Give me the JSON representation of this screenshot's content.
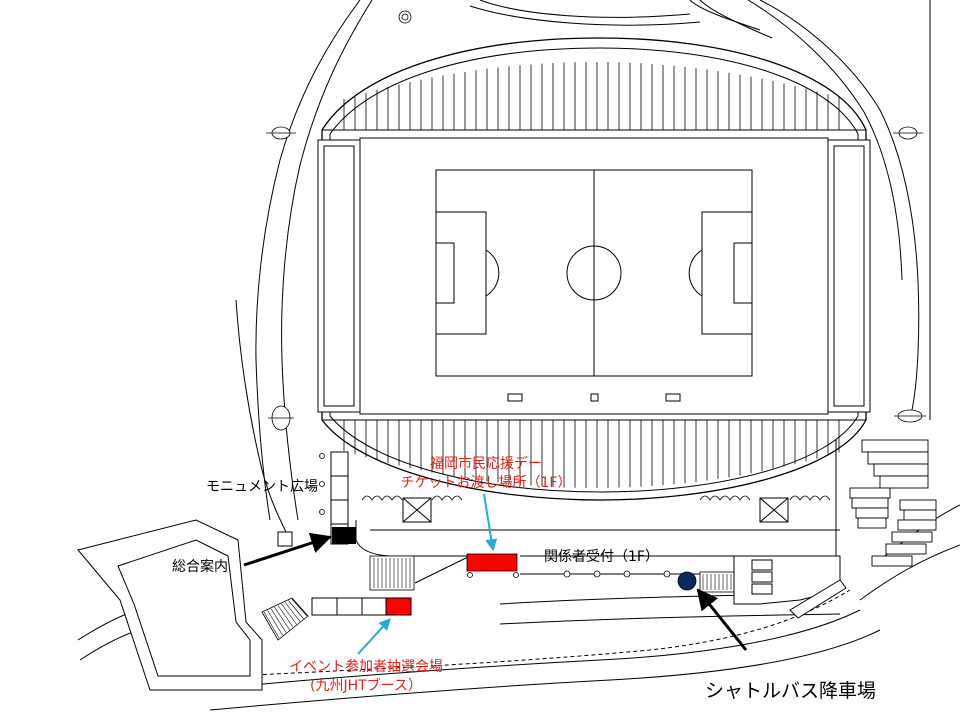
{
  "labels": {
    "monument_plaza": "モニュメント広場",
    "general_info": "総合案内",
    "ticket_line1": "福岡市民応援デー",
    "ticket_line2": "チケットお渡し場所（1F）",
    "staff_reception": "関係者受付（1F）",
    "lottery_line1": "イベント参加者抽選会場",
    "lottery_line2": "(九州JHTブース）",
    "shuttle_bus": "シャトルバス降車場"
  },
  "colors": {
    "line": "#000000",
    "red_marker": "#ff0000",
    "red_text": "#e2231a",
    "cyan_arrow": "#29a9d6",
    "navy_marker": "#0b2a5b",
    "black_marker": "#000000"
  },
  "markers": {
    "info_booth": "black-square",
    "ticket_booth": "red-rectangle",
    "lottery_booth": "red-square",
    "shuttle_stop": "navy-circle"
  }
}
